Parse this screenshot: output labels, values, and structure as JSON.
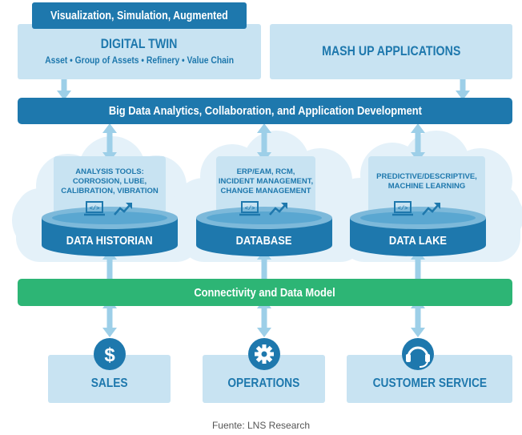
{
  "header_tab": {
    "label": "Visualization, Simulation, Augmented"
  },
  "digital_twin": {
    "title": "DIGITAL TWIN",
    "subtitle": "Asset • Group of Assets • Refinery • Value Chain"
  },
  "mashup": {
    "title": "MASH UP APPLICATIONS"
  },
  "analytics_band": {
    "label": "Big Data Analytics, Collaboration, and Application Development"
  },
  "stores": [
    {
      "name": "DATA HISTORIAN",
      "tools": [
        "ANALYSIS TOOLS:",
        "CORROSION, LUBE,",
        "CALIBRATION, VIBRATION"
      ],
      "icons": [
        "laptop-code-icon",
        "trend-arrow-icon"
      ]
    },
    {
      "name": "DATABASE",
      "tools": [
        "ERP/EAM, RCM,",
        "INCIDENT MANAGEMENT,",
        "CHANGE MANAGEMENT"
      ],
      "icons": [
        "laptop-code-icon",
        "trend-arrow-icon"
      ]
    },
    {
      "name": "DATA LAKE",
      "tools": [
        "PREDICTIVE/DESCRIPTIVE,",
        "MACHINE LEARNING"
      ],
      "icons": [
        "laptop-code-icon",
        "trend-arrow-icon"
      ]
    }
  ],
  "connectivity_band": {
    "label": "Connectivity and Data Model"
  },
  "functions": [
    {
      "label": "SALES",
      "icon": "dollar-icon"
    },
    {
      "label": "OPERATIONS",
      "icon": "gear-icon"
    },
    {
      "label": "CUSTOMER SERVICE",
      "icon": "headset-icon"
    }
  ],
  "source": "Fuente: LNS Research",
  "colors": {
    "primary_blue": "#1e78ad",
    "light_blue": "#c8e3f2",
    "cloud": "#e4f1f9",
    "green": "#2db575",
    "arrow": "#9dcfe8"
  }
}
